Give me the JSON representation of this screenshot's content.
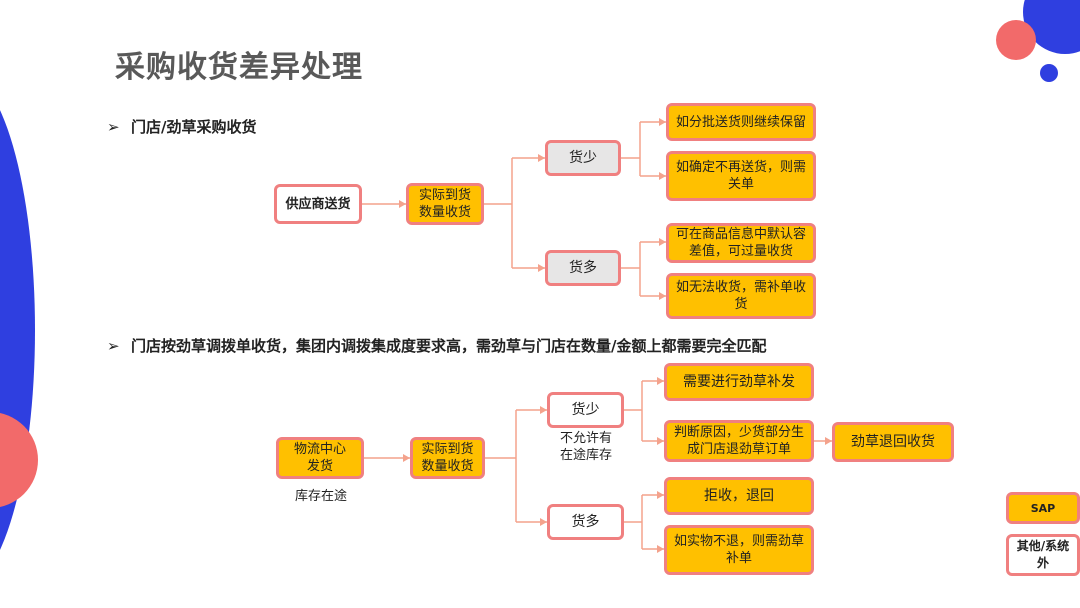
{
  "title": "采购收货差异处理",
  "section1": {
    "bullet": "门店/劲草采购收货",
    "source": "供应商送货",
    "receive": "实际到货\n数量收货",
    "short": "货少",
    "short_actions": [
      "如分批送货则继续保留",
      "如确定不再送货，则需关单"
    ],
    "over": "货多",
    "over_actions": [
      "可在商品信息中默认容差值，可过量收货",
      "如无法收货，需补单收货"
    ]
  },
  "section2": {
    "bullet": "门店按劲草调拨单收货，集团内调拨集成度要求高，需劲草与门店在数量/金额上都需要完全匹配",
    "source": "物流中心\n发货",
    "source_note": "库存在途",
    "receive": "实际到货\n数量收货",
    "short": "货少",
    "short_note": "不允许有\n在途库存",
    "short_actions": [
      "需要进行劲草补发",
      "判断原因，少货部分生成门店退劲草订单"
    ],
    "return_receive": "劲草退回收货",
    "over": "货多",
    "over_actions": [
      "拒收，退回",
      "如实物不退，则需劲草补单"
    ]
  },
  "legend": {
    "sap": "SAP",
    "other": "其他/系统外"
  },
  "colors": {
    "accent_blue": "#2f3fe0",
    "accent_coral": "#f26a6a",
    "box_orange": "#ffc000",
    "box_border": "#f08080"
  }
}
